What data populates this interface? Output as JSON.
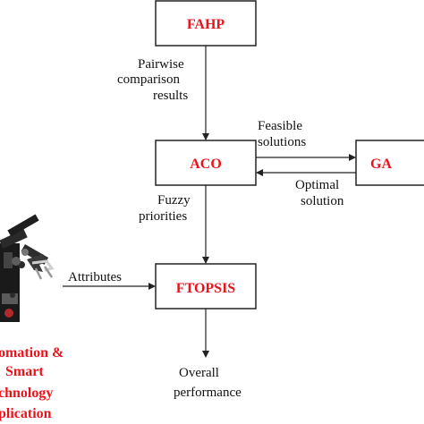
{
  "nodes": {
    "fahp": "FAHP",
    "aco": "ACO",
    "ga": "GA",
    "ftopsis": "FTOPSIS"
  },
  "edges": {
    "fahp_to_aco": [
      "Pairwise",
      "comparison",
      "results"
    ],
    "aco_to_ga": [
      "Feasible",
      "solutions"
    ],
    "ga_to_aco": [
      "Optimal",
      "solution"
    ],
    "aco_to_ftopsis": [
      "Fuzzy",
      "priorities"
    ],
    "robot_to_ftopsis": [
      "Attributes"
    ],
    "ftopsis_output": [
      "Overall",
      "performance"
    ]
  },
  "application": {
    "lines": [
      "omation &",
      "Smart",
      "chnology",
      "plication"
    ],
    "image": "robot-arm-photo"
  },
  "colors": {
    "accent": "#e8141c",
    "line": "#222222"
  }
}
